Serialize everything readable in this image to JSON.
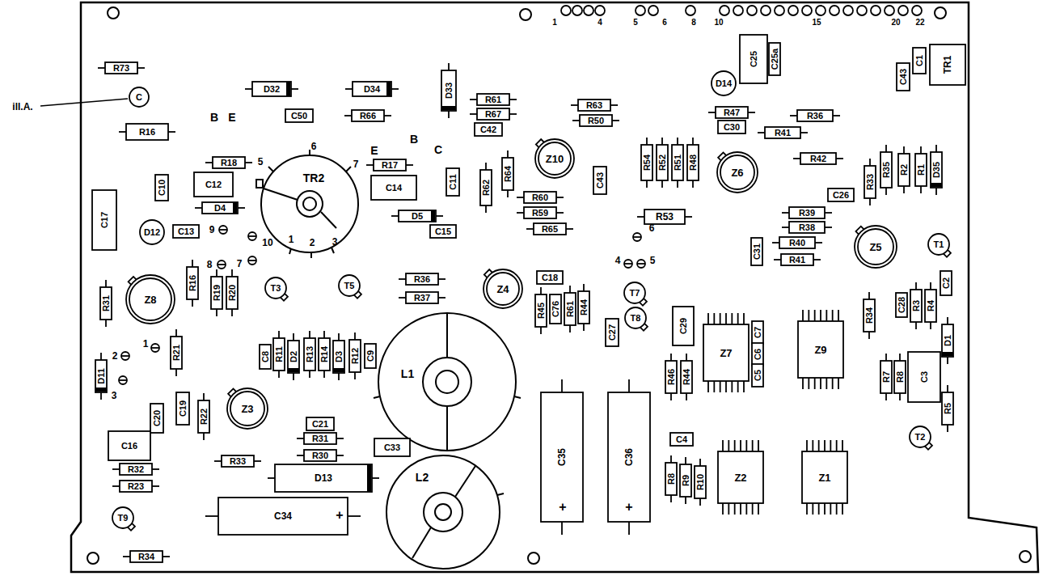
{
  "diagram": {
    "labels": [
      "ill.A.",
      "R73",
      "C",
      "R16",
      "D32",
      "D34",
      "D33",
      "B",
      "E",
      "C50",
      "R66",
      "TR2",
      "5",
      "6",
      "7",
      "1",
      "2",
      "3",
      "R18",
      "C12",
      "D4",
      "C10",
      "E",
      "B",
      "C",
      "R17",
      "C14",
      "C11",
      "D5",
      "C15",
      "C17",
      "D12",
      "C13",
      "9",
      "10",
      "8",
      "7",
      "T3",
      "T5",
      "Z8",
      "R31",
      "R16",
      "R19",
      "R20",
      "C8",
      "R11",
      "D2",
      "R13",
      "R14",
      "D3",
      "R12",
      "C9",
      "2",
      "1",
      "3",
      "D11",
      "R21",
      "C20",
      "C19",
      "R22",
      "Z3",
      "C16",
      "R32",
      "R23",
      "T9",
      "R34",
      "R33",
      "C21",
      "R31",
      "R30",
      "D13",
      "C33",
      "C34",
      "+",
      "L1",
      "L2",
      "R36",
      "R37",
      "Z4",
      "C18",
      "R45",
      "C76",
      "R61",
      "R44",
      "4",
      "5",
      "T7",
      "T8",
      "C27",
      "C29",
      "C35",
      "+",
      "C36",
      "+",
      "C4",
      "R8",
      "R9",
      "R10",
      "R46",
      "R44",
      "Z10",
      "R61",
      "R67",
      "C42",
      "R63",
      "R50",
      "R62",
      "R64",
      "C43",
      "R60",
      "R59",
      "R65",
      "D14",
      "C25",
      "C25a",
      "R47",
      "C30",
      "R36",
      "R41",
      "R42",
      "Z6",
      "R54",
      "R52",
      "R51",
      "R48",
      "R53",
      "C26",
      "R39",
      "R38",
      "R40",
      "R41",
      "C31",
      "6",
      "C1",
      "C43",
      "TR1",
      "R35",
      "R33",
      "R2",
      "R1",
      "D35",
      "Z5",
      "T1",
      "C2",
      "C28",
      "R3",
      "R4",
      "R34",
      "D1",
      "C3",
      "R7",
      "R8",
      "R5",
      "T2",
      "Z7",
      "Z9",
      "C7",
      "C6",
      "C5",
      "Z2",
      "Z1",
      "1",
      "4",
      "5",
      "6",
      "8",
      "10",
      "15",
      "20",
      "22"
    ]
  }
}
